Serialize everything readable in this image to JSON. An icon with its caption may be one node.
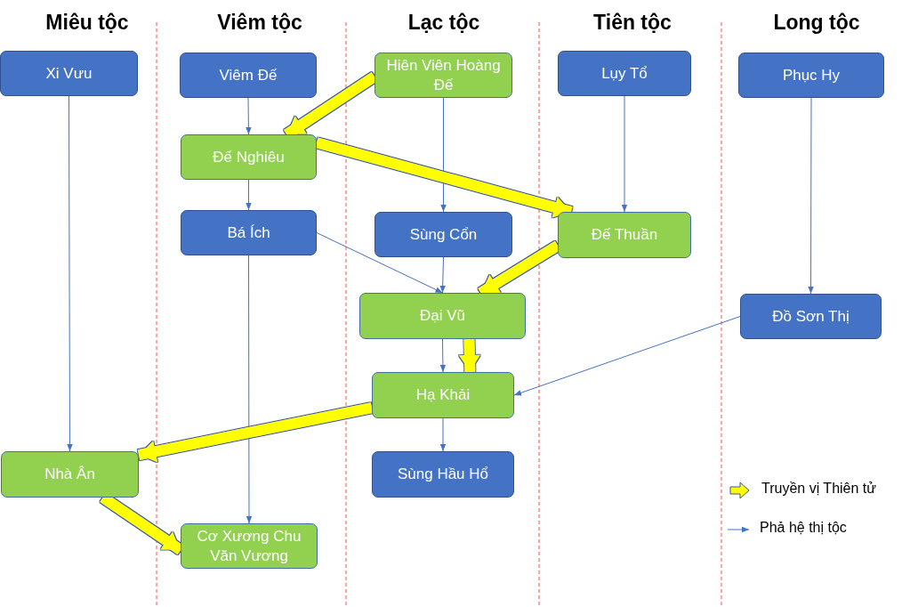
{
  "diagram": {
    "nodes": [
      {
        "text": [
          "Xi Vưu"
        ]
      },
      {
        "text": [
          "Viêm Đế"
        ]
      },
      {
        "text": [
          "Hiên Viên Hoàng Đế"
        ]
      },
      {
        "text": [
          "Lụy Tổ"
        ]
      },
      {
        "text": [
          "Phục Hy"
        ]
      },
      {
        "text": [
          "Đế Nghiêu"
        ]
      },
      {
        "text": [
          "Bá Ích"
        ]
      },
      {
        "text": [
          "Sùng Cổn"
        ]
      },
      {
        "text": [
          "Đế Thuần"
        ]
      },
      {
        "text": [
          "Đại Vũ"
        ]
      },
      {
        "text": [
          "Đồ Sơn Thị"
        ]
      },
      {
        "text": [
          "Hạ Khải"
        ]
      },
      {
        "text": [
          "Nhà Ân"
        ]
      },
      {
        "text": [
          "Sùng Hầu Hổ"
        ]
      },
      {
        "text": [
          "Cơ Xương Chu Văn Vương"
        ]
      }
    ],
    "edges": [
      {
        "from": 0,
        "to": 12,
        "arrow": "to"
      },
      {
        "from": 1,
        "to": 5,
        "arrow": "to"
      },
      {
        "from": 5,
        "to": 6,
        "arrow": "to"
      },
      {
        "from": 6,
        "to": 14,
        "arrow": "to"
      },
      {
        "from": 6,
        "to": 9,
        "arrow": "to"
      },
      {
        "from": 2,
        "to": 7,
        "arrow": "to"
      },
      {
        "from": 7,
        "to": 9,
        "arrow": "to"
      },
      {
        "from": 3,
        "to": 8,
        "arrow": "to"
      },
      {
        "from": 4,
        "to": 10,
        "arrow": "to"
      },
      {
        "from": 10,
        "to": 11,
        "arrow": "to"
      },
      {
        "from": 9,
        "to": 11,
        "arrow": "to"
      },
      {
        "from": 11,
        "to": 13,
        "arrow": "to"
      },
      {
        "from": 2,
        "to": 5,
        "arrow": "to",
        "style": "thick",
        "color": "#ffff00"
      },
      {
        "from": 5,
        "to": 8,
        "arrow": "to",
        "style": "thick",
        "color": "#ffff00"
      },
      {
        "from": 8,
        "to": 9,
        "arrow": "to",
        "style": "thick",
        "color": "#ffff00"
      },
      {
        "from": 9,
        "to": 11,
        "arrow": "to",
        "style": "thick",
        "color": "#ffff00"
      },
      {
        "from": 11,
        "to": 12,
        "arrow": "to",
        "style": "thick",
        "color": "#ffff00"
      },
      {
        "from": 12,
        "to": 14,
        "arrow": "to",
        "style": "thick",
        "color": "#ffff00"
      }
    ],
    "labels": [
      "Miêu tộc",
      "Viêm tộc",
      "Lạc tộc",
      "Tiên tộc",
      "Long tộc"
    ],
    "legend": [
      {
        "text": "Truyền vị Thiên tử"
      },
      {
        "text": "Phả hệ thị tộc"
      }
    ]
  }
}
